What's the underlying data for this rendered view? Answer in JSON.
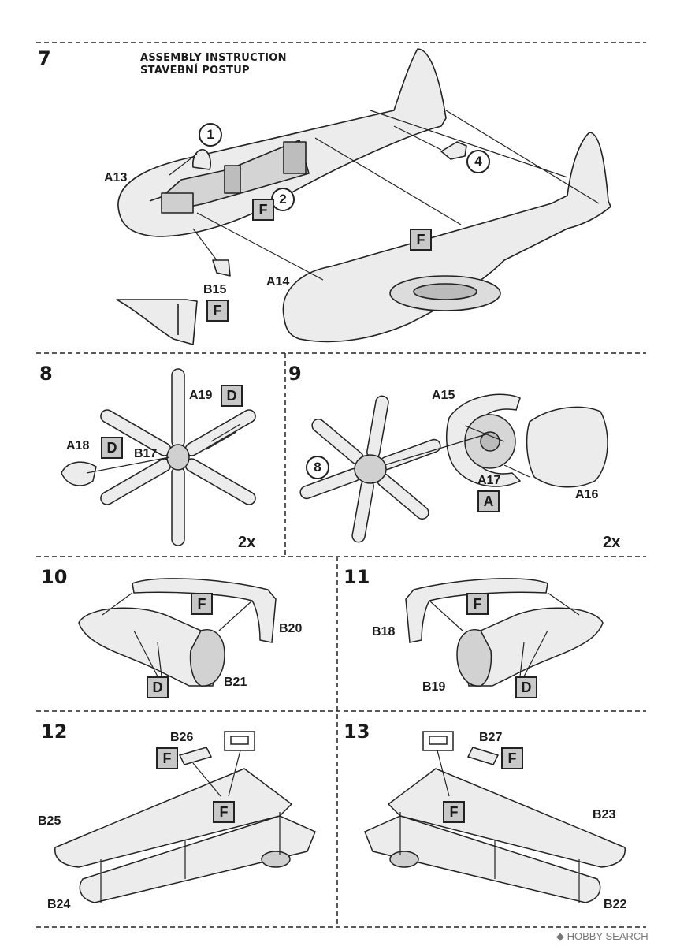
{
  "header": {
    "line1": "ASSEMBLY INSTRUCTION",
    "line2": "STAVEBNÍ POSTUP"
  },
  "steps": {
    "s7": "7",
    "s8": "8",
    "s9": "9",
    "s10": "10",
    "s11": "11",
    "s12": "12",
    "s13": "13"
  },
  "step7": {
    "a13": "A13",
    "a14": "A14",
    "b15": "B15",
    "c1": "1",
    "c2": "2",
    "c4": "4",
    "badge_f1": "F",
    "badge_f2": "F",
    "badge_f3": "F"
  },
  "step8": {
    "a19": "A19",
    "a18": "A18",
    "b17": "B17",
    "badge_d1": "D",
    "badge_d2": "D",
    "qty": "2x"
  },
  "step9": {
    "a15": "A15",
    "a17": "A17",
    "a16": "A16",
    "c8": "8",
    "badge_a": "A",
    "qty": "2x"
  },
  "step10": {
    "b20": "B20",
    "b21": "B21",
    "badge_f": "F",
    "badge_d": "D"
  },
  "step11": {
    "b18": "B18",
    "b19": "B19",
    "badge_f": "F",
    "badge_d": "D"
  },
  "step12": {
    "b26": "B26",
    "b25": "B25",
    "b24": "B24",
    "badge_f1": "F",
    "badge_f2": "F"
  },
  "step13": {
    "b27": "B27",
    "b23": "B23",
    "b22": "B22",
    "badge_f1": "F",
    "badge_f2": "F"
  },
  "watermark": {
    "brand": "HOBBY SEARCH"
  },
  "colors": {
    "line": "#222222",
    "badge_fill": "#c8c8c8",
    "part_fill": "#e8e8e8",
    "shadow": "#b5b5b5"
  }
}
